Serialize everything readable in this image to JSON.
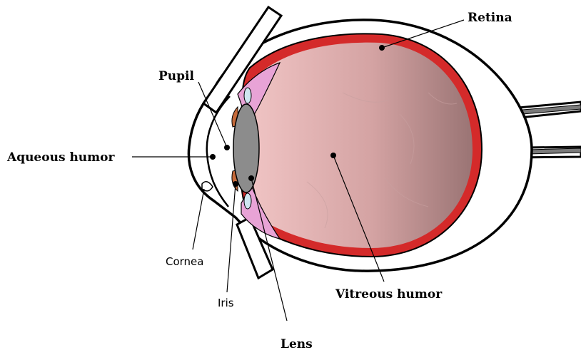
{
  "labels": {
    "retina": "Retina",
    "pupil": "Pupil",
    "aqueous_humor": "Aqueous humor",
    "cornea": "Cornea",
    "iris": "Iris",
    "lens": "Lens",
    "vitreous_humor": "Vitreous humor"
  },
  "colors": {
    "retina": "#d42a2a",
    "vitreous_light": "#eabdbd",
    "vitreous_dark": "#a07a7a",
    "ciliary_body": "#e8a3d6",
    "lens": "#8c8c8c",
    "iris": "#c56a3a",
    "outline": "#000000"
  }
}
